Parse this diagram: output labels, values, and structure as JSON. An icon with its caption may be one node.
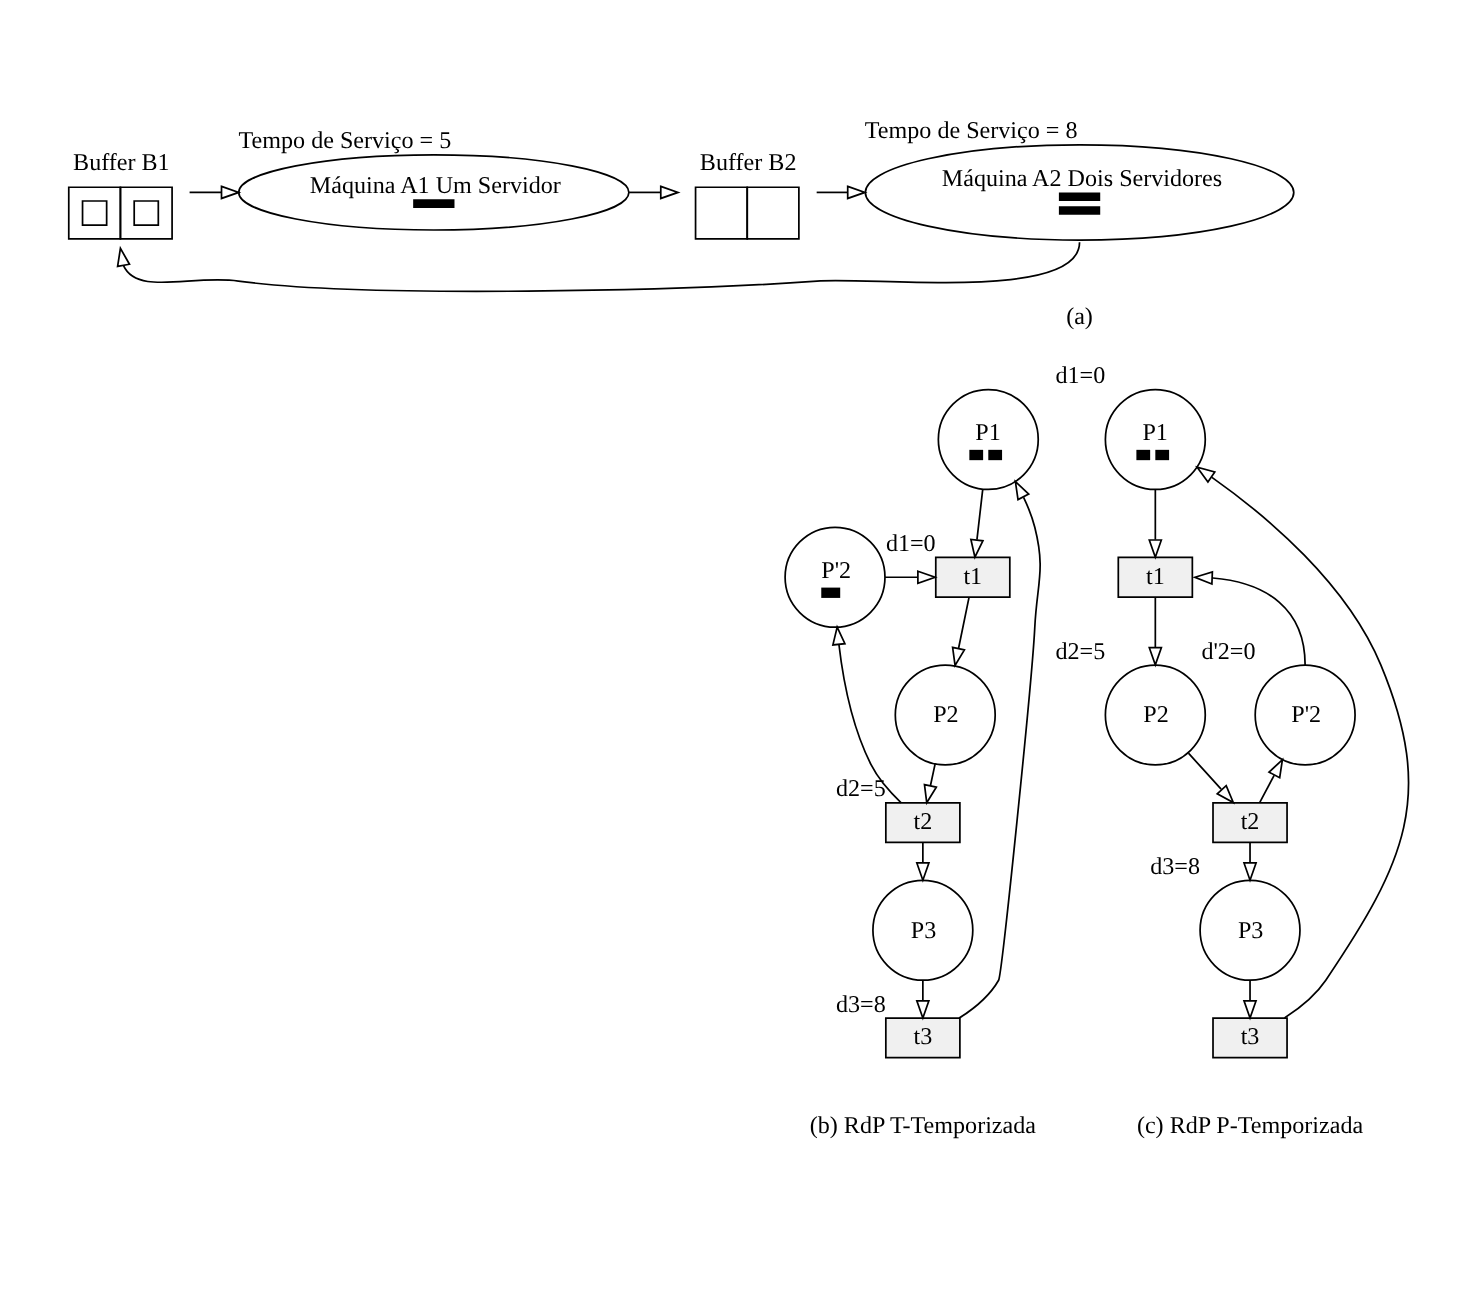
{
  "diagram": {
    "nodes": [
      {
        "text": [
          "Buffer B1"
        ]
      },
      {
        "text": [
          "Máquina A1 Um Servidor"
        ],
        "beside": [
          "Tempo de Serviço = 5"
        ]
      },
      {
        "text": [
          "Buffer B2"
        ]
      },
      {
        "text": [
          "Máquina A2 Dois Servidores"
        ],
        "beside": [
          "Tempo de Serviço = 8"
        ]
      },
      {
        "text": [
          "P1"
        ]
      },
      {
        "text": [
          "t1"
        ],
        "beside": [
          "d1=0"
        ]
      },
      {
        "text": [
          "P2"
        ]
      },
      {
        "text": [
          "P'2"
        ]
      },
      {
        "text": [
          "t2"
        ],
        "beside": [
          "d2=5"
        ]
      },
      {
        "text": [
          "P3"
        ]
      },
      {
        "text": [
          "t3"
        ],
        "beside": [
          "d3=8"
        ]
      },
      {
        "text": [
          "P1"
        ],
        "beside": [
          "d1=0"
        ]
      },
      {
        "text": [
          "t1"
        ]
      },
      {
        "text": [
          "P2"
        ],
        "beside": [
          "d2=5"
        ]
      },
      {
        "text": [
          "P'2"
        ],
        "beside": [
          "d'2=0"
        ]
      },
      {
        "text": [
          "t2"
        ]
      },
      {
        "text": [
          "P3"
        ],
        "beside": [
          "d3=8"
        ]
      },
      {
        "text": [
          "t3"
        ]
      }
    ],
    "edges": [
      {
        "from": 0,
        "to": 1,
        "arrow": "to"
      },
      {
        "from": 1,
        "to": 2,
        "arrow": "to"
      },
      {
        "from": 2,
        "to": 3,
        "arrow": "to"
      },
      {
        "from": 3,
        "to": 0,
        "arrow": "to"
      },
      {
        "from": 4,
        "to": 5,
        "arrow": "to"
      },
      {
        "from": 7,
        "to": 5,
        "arrow": "to"
      },
      {
        "from": 5,
        "to": 6,
        "arrow": "to"
      },
      {
        "from": 6,
        "to": 8,
        "arrow": "to"
      },
      {
        "from": 8,
        "to": 7,
        "arrow": "to"
      },
      {
        "from": 8,
        "to": 9,
        "arrow": "to"
      },
      {
        "from": 9,
        "to": 10,
        "arrow": "to"
      },
      {
        "from": 10,
        "to": 4,
        "arrow": "to"
      },
      {
        "from": 11,
        "to": 12,
        "arrow": "to"
      },
      {
        "from": 14,
        "to": 12,
        "arrow": "to"
      },
      {
        "from": 12,
        "to": 13,
        "arrow": "to"
      },
      {
        "from": 13,
        "to": 15,
        "arrow": "to"
      },
      {
        "from": 15,
        "to": 14,
        "arrow": "to"
      },
      {
        "from": 15,
        "to": 16,
        "arrow": "to"
      },
      {
        "from": 16,
        "to": 17,
        "arrow": "to"
      },
      {
        "from": 17,
        "to": 11,
        "arrow": "to"
      }
    ],
    "labels": [
      "(a)",
      "(b) RdP T-Temporizada",
      "(c) RdP P-Temporizada"
    ]
  }
}
